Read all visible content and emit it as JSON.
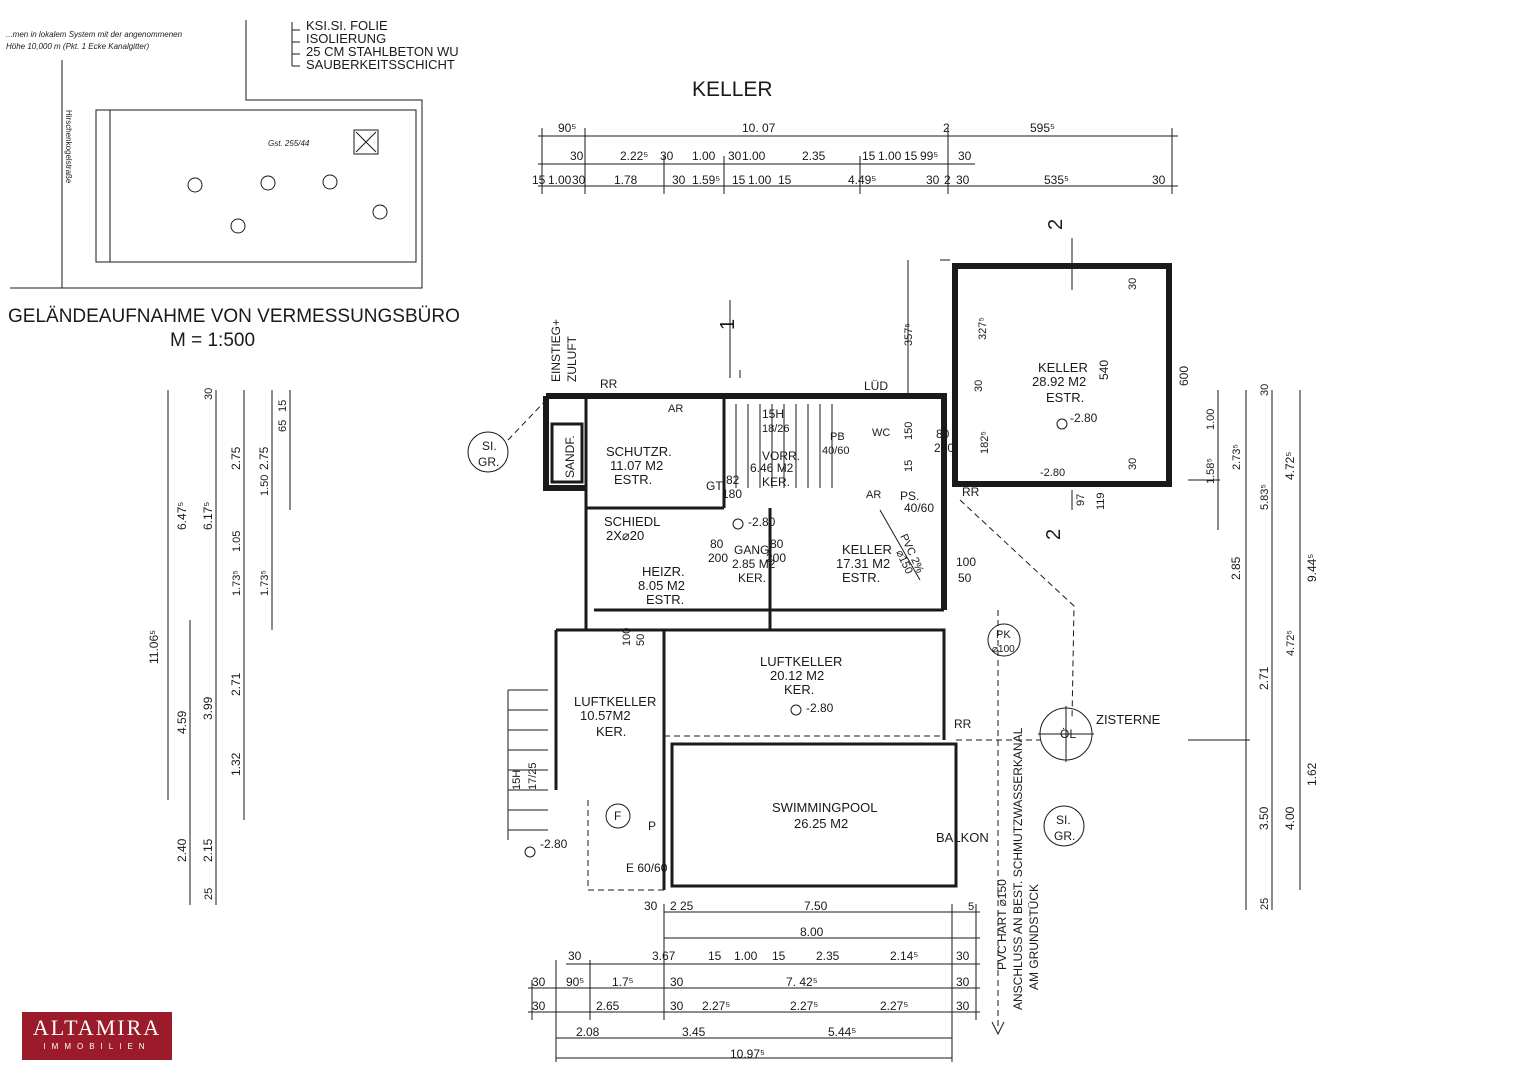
{
  "legend_layers": [
    "KSI.SI. FOLIE",
    "ISOLIERUNG",
    "25 CM STAHLBETON WU",
    "SAUBERKEITSSCHICHT"
  ],
  "survey": {
    "note_line1": "...men in lokalem System mit der angenommenen",
    "note_line2": "Höhe 10,000 m (Pkt. 1 Ecke Kanalgitter)",
    "parcel": "Gst. 255/44",
    "street": "Hirschenkogelstraße",
    "title": "GELÄNDEAUFNAHME VON VERMESSUNGSBÜRO",
    "scale": "M = 1:500"
  },
  "plan_title": "KELLER",
  "rooms": [
    {
      "id": "schutzr",
      "name": "SCHUTZR.",
      "area": "11.07 M2",
      "floor": "ESTR."
    },
    {
      "id": "vorr",
      "name": "VORR.",
      "area": "6.46 M2",
      "floor": "KER."
    },
    {
      "id": "keller-east",
      "name": "KELLER",
      "area": "28.92 M2",
      "floor": "ESTR."
    },
    {
      "id": "keller-mid",
      "name": "KELLER",
      "area": "17.31 M2",
      "floor": "ESTR."
    },
    {
      "id": "gang",
      "name": "GANG",
      "area": "2.85 M2",
      "floor": "KER."
    },
    {
      "id": "heizr",
      "name": "HEIZR.",
      "area": "8.05 M2",
      "floor": "ESTR."
    },
    {
      "id": "luftkeller-big",
      "name": "LUFTKELLER",
      "area": "20.12 M2",
      "floor": "KER."
    },
    {
      "id": "luftkeller-small",
      "name": "LUFTKELLER",
      "area": "10.57M2",
      "floor": "KER."
    },
    {
      "id": "pool",
      "name": "SWIMMINGPOOL",
      "area": "26.25 M2",
      "floor": ""
    }
  ],
  "labels": {
    "sandf": "SANDF.",
    "schiedl": "SCHIEDL",
    "schiedl_size": "2X⌀20",
    "einstieg": "EINSTIEG+",
    "zuluft": "ZULUFT",
    "rr": "RR",
    "lued": "LÜD",
    "si": "SI.",
    "gr": "GR.",
    "pk": "PK",
    "pk_size": "⌀100",
    "ol": "ÖL",
    "zisterne": "ZISTERNE",
    "balkon": "BALKON",
    "e6060": "E 60/60",
    "f": "F",
    "p": "P",
    "gt": "GT",
    "ps": "PS.",
    "ps_size": "40/60",
    "pb": "PB",
    "pb_size": "40/60",
    "wc": "WC",
    "ar": "AR",
    "pvc_diag": "PVC 2%",
    "pvc_size": "⌀150",
    "stairs": "15H",
    "stairs_size": "18/26",
    "stairs2": "15H",
    "stairs2_size": "17/25",
    "level_a": "-2.80",
    "level_b": "-2.80",
    "level_c": "-2.80",
    "level_d": "-2.80",
    "level_e": "-2.80",
    "canal_text1": "PVC HART ⌀150",
    "canal_text2": "ANSCHLUSS AN BEST. SCHMUTZWASSERKANAL",
    "canal_text3": "AM GRUNDSTÜCK",
    "section1": "1",
    "section2a": "2",
    "section2b": "2",
    "door_80": "80",
    "door_200": "200",
    "door_82": "82",
    "door_180": "180",
    "dim_100": "100",
    "dim_50": "50",
    "k_540": "540",
    "k_600": "600",
    "k_30a": "30",
    "k_30b": "30",
    "k_30c": "30",
    "k_3275": "327⁵",
    "k_3575": "357⁵",
    "k_1825": "182⁵",
    "k_150": "150",
    "k_15": "15",
    "k_97": "97",
    "k_119": "119"
  },
  "dims_top": {
    "row1": [
      "90⁵",
      "10. 07",
      "2",
      "595⁵"
    ],
    "row2": [
      "30",
      "2.22⁵",
      "30",
      "1.00",
      "30",
      "1.00",
      "2.35",
      "15",
      "1.00",
      "15",
      "99⁵",
      "30"
    ],
    "row3": [
      "15",
      "1.00",
      "30",
      "1.78",
      "30",
      "1.59⁵",
      "15",
      "1.00",
      "15",
      "4.49⁵",
      "30",
      "2",
      "30",
      "535⁵",
      "30"
    ]
  },
  "dims_left": [
    "11.06⁵",
    "6.47⁵",
    "6.17⁵",
    "2.75",
    "2.75",
    "1.50",
    "1.05",
    "1.73⁵",
    "1.73⁵",
    "4.59",
    "3.99",
    "2.71",
    "1.32",
    "2.40",
    "2.15",
    "30",
    "25",
    "15",
    "65"
  ],
  "dims_right": [
    "1.58⁵",
    "1.00",
    "2.73⁵",
    "4.72⁵",
    "5.83⁵",
    "2.85",
    "9.44⁵",
    "4.72⁵",
    "2.71",
    "1.62",
    "3.50",
    "4.00",
    "30",
    "25"
  ],
  "dims_bottom": {
    "row1": [
      "30",
      "2",
      "25",
      "7.50",
      "5"
    ],
    "row2": [
      "8.00"
    ],
    "row3": [
      "30",
      "3.67",
      "15",
      "1.00",
      "15",
      "2.35",
      "2.14⁵",
      "30"
    ],
    "row4": [
      "30",
      "90⁵",
      "1.7⁵",
      "30",
      "7. 42⁵",
      "30"
    ],
    "row5": [
      "30",
      "2.65",
      "30",
      "2.27⁵",
      "2.27⁵",
      "2.27⁵",
      "30"
    ],
    "row6": [
      "2.08",
      "3.45",
      "5.44⁵"
    ],
    "row7": [
      "10.97⁵"
    ]
  },
  "brand": {
    "name": "ALTAMIRA",
    "sub": "IMMOBILIEN",
    "color": "#9b1b2a"
  }
}
